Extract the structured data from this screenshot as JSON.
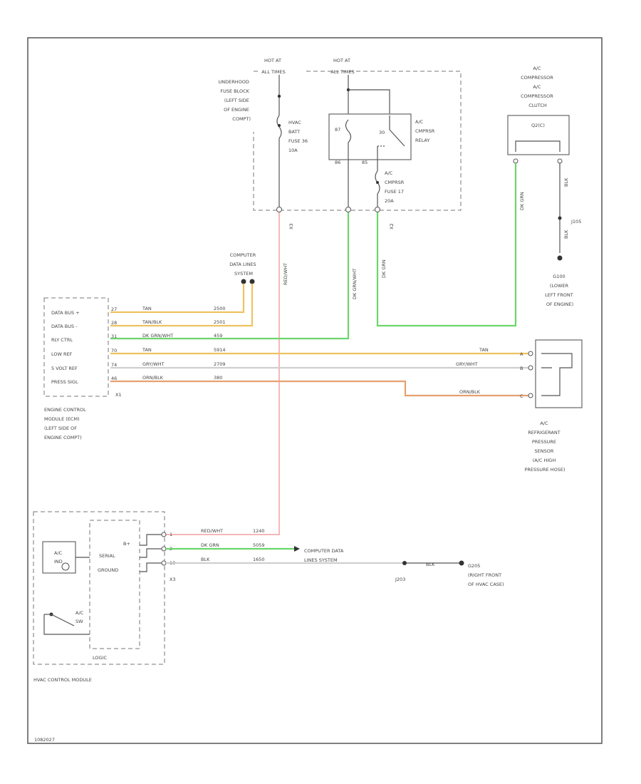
{
  "diagram": {
    "footer_code": "1082027",
    "fuse_block": {
      "hot1": [
        "HOT AT",
        "ALL TIMES"
      ],
      "hot2": [
        "HOT AT",
        "ALL TIMES"
      ],
      "title": [
        "UNDERHOOD",
        "FUSE BLOCK",
        "(LEFT SIDE",
        "OF ENGINE",
        "COMPT)"
      ],
      "fuse1": [
        "HVAC",
        "BATT",
        "FUSE 36",
        "10A"
      ],
      "relay": [
        "A/C",
        "CMPRSR",
        "RELAY"
      ],
      "fuse2": [
        "A/C",
        "CMPRSR",
        "FUSE 17",
        "20A"
      ],
      "relay_pins": [
        "87",
        "30",
        "86",
        "85"
      ],
      "conn_x1": "X3",
      "conn_x2": "X2"
    },
    "compressor": {
      "title": [
        "A/C",
        "COMPRESSOR",
        "A/C",
        "COMPRESSOR",
        "CLUTCH"
      ],
      "part": "Q2(C)",
      "ground": "J105",
      "ground_desc": [
        "G100",
        "(LOWER",
        "LEFT FRONT",
        "OF ENGINE)"
      ],
      "wire_left": "DK GRN",
      "wire_right": "BLK",
      "wire_right2": "BLK"
    },
    "cdl_top": [
      "COMPUTER",
      "DATA LINES",
      "SYSTEM"
    ],
    "ecm": {
      "rows": [
        "DATA BUS +",
        "DATA BUS -",
        "RLY CTRL",
        "LOW REF",
        "5 VOLT REF",
        "PRESS SIGL"
      ],
      "pins": [
        "27",
        "28",
        "31",
        "70",
        "74",
        "46"
      ],
      "conn": "X1",
      "title": [
        "ENGINE CONTROL",
        "MODULE (ECM)",
        "(LEFT SIDE OF",
        "ENGINE COMPT)"
      ],
      "wire_colors": [
        "TAN",
        "TAN/BLK",
        "DK GRN/WHT",
        "TAN",
        "GRY/WHT",
        "ORN/BLK"
      ],
      "wire_nums": [
        "2500",
        "2501",
        "459",
        "5914",
        "2709",
        "380"
      ]
    },
    "vertical_wires": {
      "red": "RED/WHT",
      "green": "DK GRN/WHT",
      "dkgrn": "DK GRN"
    },
    "sensor": {
      "title": [
        "A/C",
        "REFRIGERANT",
        "PRESSURE",
        "SENSOR",
        "(A/C HIGH",
        "PRESSURE HOSE)"
      ],
      "pins": [
        "A",
        "B",
        "C"
      ],
      "wire_colors": [
        "TAN",
        "GRY/WHT",
        "ORN/BLK"
      ]
    },
    "hvac": {
      "rows": [
        "B+",
        "SERIAL",
        "GROUND"
      ],
      "pins": [
        "1",
        "2",
        "10"
      ],
      "conn": "X3",
      "lamp": [
        "A/C",
        "IND"
      ],
      "switch": [
        "A/C",
        "SW"
      ],
      "chip": "LOGIC",
      "title": "HVAC CONTROL MODULE",
      "wire_colors": [
        "RED/WHT",
        "DK GRN",
        "BLK"
      ],
      "wire_nums": [
        "1240",
        "5059",
        "1650"
      ],
      "cdl": [
        "COMPUTER DATA",
        "LINES SYSTEM"
      ],
      "splice": "J203",
      "ground_wire": "BLK",
      "ground": [
        "G205",
        "(RIGHT FRONT",
        "OF HVAC CASE)"
      ]
    }
  }
}
